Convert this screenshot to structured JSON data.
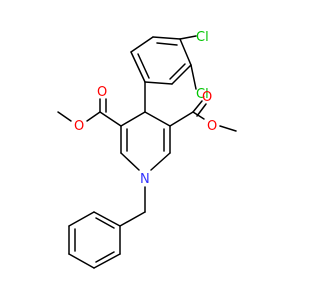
{
  "molecule": {
    "atom_labels": {
      "cl_top": "Cl",
      "cl_bottom": "Cl",
      "o_left_carbonyl": "O",
      "o_left_ester": "O",
      "o_right_carbonyl": "O",
      "o_right_ester": "O",
      "n_ring": "N"
    },
    "colors": {
      "bond": "#000000",
      "chlorine": "#00c400",
      "oxygen": "#ff0000",
      "nitrogen": "#3333ff"
    }
  }
}
